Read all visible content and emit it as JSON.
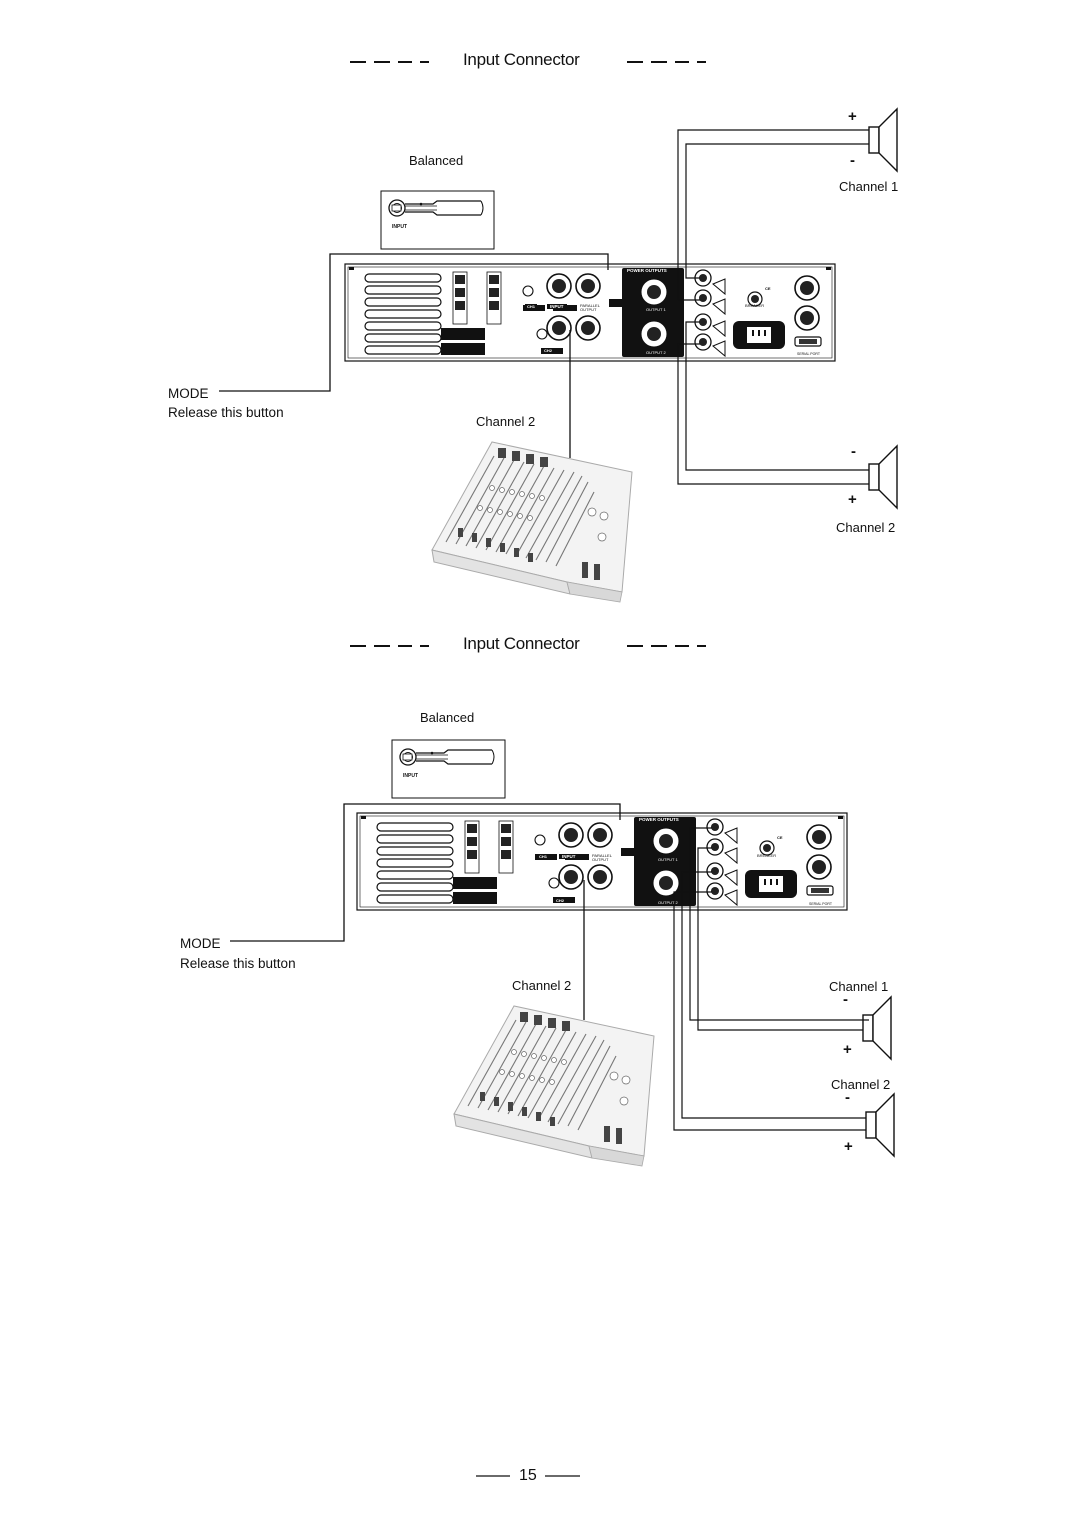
{
  "sections": [
    {
      "heading": "Input Connector",
      "balanced_label": "Balanced",
      "inset_label": "INPUT",
      "mode_label": "MODE",
      "release_label": "Release this button",
      "mixer_channel_label": "Channel 2",
      "speakers": [
        {
          "label": "Channel 1",
          "top_sign": "+",
          "bottom_sign": "-"
        },
        {
          "label": "Channel 2",
          "top_sign": "-",
          "bottom_sign": "+"
        }
      ]
    },
    {
      "heading": "Input Connector",
      "balanced_label": "Balanced",
      "inset_label": "INPUT",
      "mode_label": "MODE",
      "release_label": "Release this button",
      "mixer_channel_label": "Channel 2",
      "speakers": [
        {
          "label": "Channel 1",
          "top_sign": "-",
          "bottom_sign": "+"
        },
        {
          "label": "Channel 2",
          "top_sign": "-",
          "bottom_sign": "+"
        }
      ]
    }
  ],
  "panel_text": {
    "power_outputs": "POWER OUTPUTS",
    "input": "INPUT",
    "parallel_output": "PARALLEL OUTPUT",
    "output1": "OUTPUT 1",
    "output2": "OUTPUT 2",
    "breaker": "BREAKER",
    "serial_port": "SERIAL PORT",
    "ch1": "CH1",
    "ch2": "CH2"
  },
  "page_number": "15"
}
